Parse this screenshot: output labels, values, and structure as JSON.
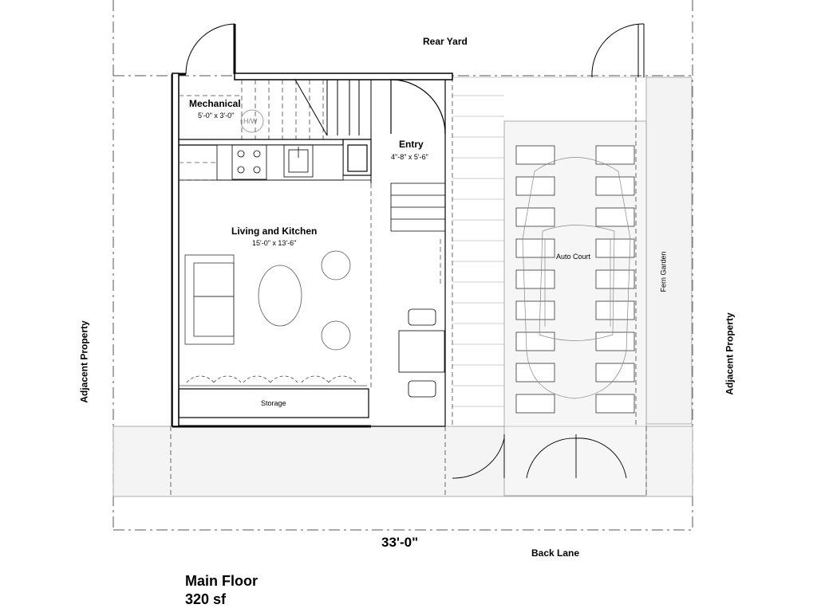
{
  "site": {
    "rear_yard": "Rear Yard",
    "back_lane": "Back Lane",
    "adjacent_left": "Adjacent Property",
    "adjacent_right": "Adjacent Property",
    "fern_garden": "Fern Garden",
    "overall_width": "33'-0\""
  },
  "rooms": {
    "mechanical": {
      "name": "Mechanical",
      "dims": "5'-0\" x 3'-0\""
    },
    "hw_tank": "H/W",
    "entry": {
      "name": "Entry",
      "dims": "4\"-8\" x 5'-6\""
    },
    "living": {
      "name": "Living and Kitchen",
      "dims": "15'-0\" x 13'-6\""
    },
    "storage": "Storage",
    "auto_court": "Auto Court"
  },
  "title": {
    "floor": "Main Floor",
    "area": "320 sf"
  }
}
